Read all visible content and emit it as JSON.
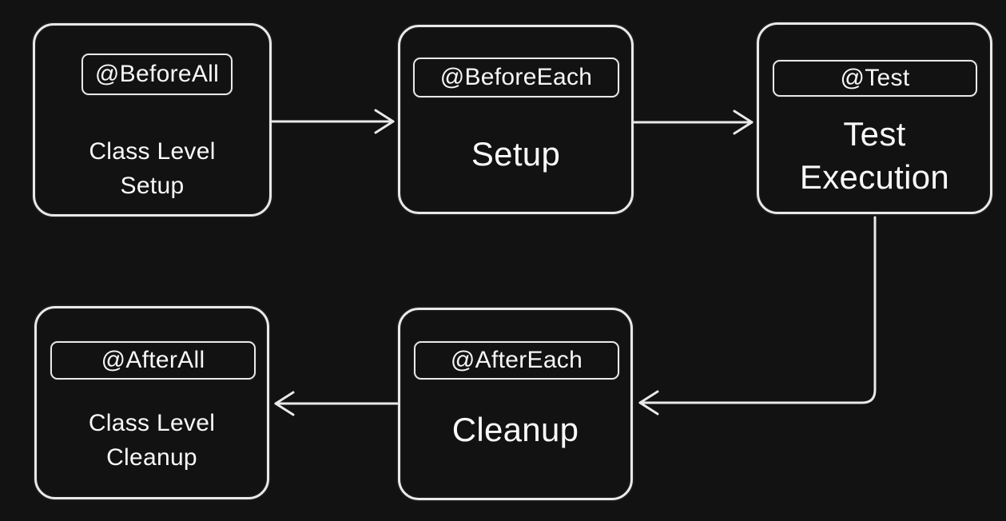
{
  "canvas": {
    "background": "#121212",
    "stroke_color": "#e9e9e9",
    "text_color": "#f9f9f9",
    "description": "JUnit test lifecycle flow diagram"
  },
  "nodes": [
    {
      "id": "class-level-setup",
      "annotation": "@BeforeAll",
      "label": "Class Level\nSetup"
    },
    {
      "id": "setup",
      "annotation": "@BeforeEach",
      "label": "Setup"
    },
    {
      "id": "test-execution",
      "annotation": "@Test",
      "label": "Test\nExecution"
    },
    {
      "id": "cleanup",
      "annotation": "@AfterEach",
      "label": "Cleanup"
    },
    {
      "id": "class-level-cleanup",
      "annotation": "@AfterAll",
      "label": "Class Level\nCleanup"
    }
  ],
  "edges": [
    {
      "from": "class-level-setup",
      "to": "setup"
    },
    {
      "from": "setup",
      "to": "test-execution"
    },
    {
      "from": "test-execution",
      "to": "cleanup"
    },
    {
      "from": "cleanup",
      "to": "class-level-cleanup"
    }
  ]
}
